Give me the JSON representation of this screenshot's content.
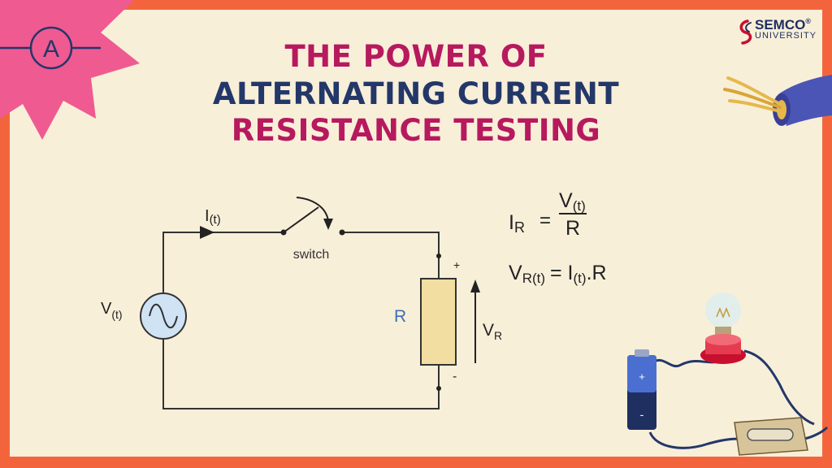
{
  "title": {
    "line1": "THE POWER OF",
    "line2": "ALTERNATING CURRENT",
    "line3": "RESISTANCE TESTING"
  },
  "logo": {
    "name": "SEMCO",
    "reg": "®",
    "sub": "UNIVERSITY"
  },
  "badge": {
    "letter": "A"
  },
  "circuit": {
    "current_main": "I",
    "current_sub": "(t)",
    "switch_label": "switch",
    "source_main": "V",
    "source_sub": "(t)",
    "resistor_label": "R",
    "plus": "+",
    "minus": "-",
    "vr_main": "V",
    "vr_sub": "R"
  },
  "equations": {
    "eq1_lhs_main": "I",
    "eq1_lhs_sub": "R",
    "eq1_equals": "=",
    "eq1_num_main": "V",
    "eq1_num_sub": "(t)",
    "eq1_den": "R",
    "eq2_lhs_main": "V",
    "eq2_lhs_sub": "R(t)",
    "eq2_rhs_main": "= I",
    "eq2_rhs_sub": "(t)",
    "eq2_rhs_tail": ".R"
  },
  "colors": {
    "frame": "#f4643c",
    "panel": "#f8efd9",
    "title_magenta": "#b7195e",
    "title_navy": "#233769",
    "badge_pink": "#ef5a91",
    "source_fill": "#d0e3f5",
    "resistor_fill": "#f2dea1",
    "label_blue": "#3d6fb6"
  }
}
